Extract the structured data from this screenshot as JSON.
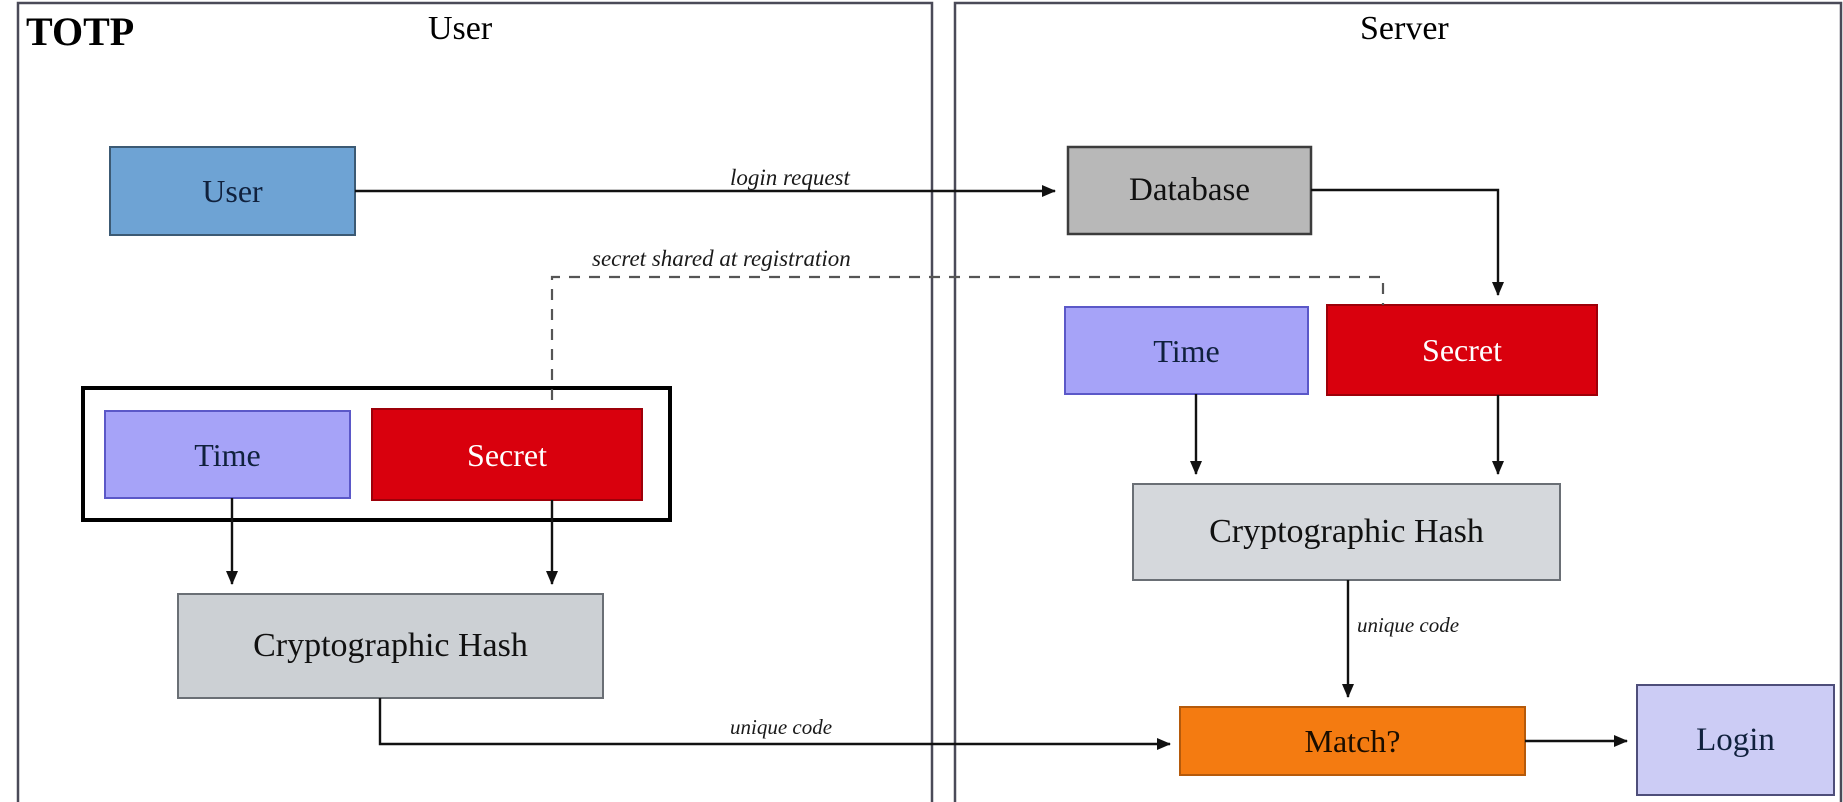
{
  "diagram": {
    "title": "TOTP",
    "type": "flow-diagram",
    "panels": [
      {
        "id": "user",
        "title": "User"
      },
      {
        "id": "server",
        "title": "Server"
      }
    ],
    "nodes": [
      {
        "id": "user-box",
        "label": "User",
        "panel": "user",
        "fill": "#6ea3d4",
        "stroke": "#3c5a74",
        "text_color": "#10213d"
      },
      {
        "id": "user-time",
        "label": "Time",
        "panel": "user",
        "fill": "#a6a3f8",
        "stroke": "#5b58c8",
        "text_color": "#10213d"
      },
      {
        "id": "user-secret",
        "label": "Secret",
        "panel": "user",
        "fill": "#d9000d",
        "stroke": "#9d0009",
        "text_color": "#ffffff"
      },
      {
        "id": "user-hash",
        "label": "Cryptographic Hash",
        "panel": "user",
        "fill": "#ccd0d4",
        "stroke": "#6a6f75",
        "text_color": "#111111"
      },
      {
        "id": "server-database",
        "label": "Database",
        "panel": "server",
        "fill": "#b8b8b8",
        "stroke": "#3c3c3c",
        "text_color": "#111111"
      },
      {
        "id": "server-time",
        "label": "Time",
        "panel": "server",
        "fill": "#a6a3f8",
        "stroke": "#5b58c8",
        "text_color": "#10213d"
      },
      {
        "id": "server-secret",
        "label": "Secret",
        "panel": "server",
        "fill": "#d9000d",
        "stroke": "#9d0009",
        "text_color": "#ffffff"
      },
      {
        "id": "server-hash",
        "label": "Cryptographic Hash",
        "panel": "server",
        "fill": "#d5d8dc",
        "stroke": "#6a6f75",
        "text_color": "#111111"
      },
      {
        "id": "server-match",
        "label": "Match?",
        "panel": "server",
        "fill": "#f47b11",
        "stroke": "#b55a0b",
        "text_color": "#1a0d00"
      },
      {
        "id": "server-login",
        "label": "Login",
        "panel": "server",
        "fill": "#ccccf5",
        "stroke": "#4e4e7a",
        "text_color": "#10213d"
      }
    ],
    "edge_labels": [
      {
        "id": "login-request",
        "text": "login request"
      },
      {
        "id": "secret-shared",
        "text": "secret shared at registration"
      },
      {
        "id": "unique-code-server",
        "text": "unique code"
      },
      {
        "id": "unique-code-user",
        "text": "unique code"
      }
    ],
    "colors": {
      "blue": "#6ea3d4",
      "purple": "#a6a3f8",
      "red": "#d9000d",
      "grey": "#b8b8b8",
      "light_grey": "#d5d8dc",
      "orange": "#f47b11",
      "lavender": "#ccccf5",
      "line": "#111111",
      "panel_border": "#4a4a58"
    }
  }
}
